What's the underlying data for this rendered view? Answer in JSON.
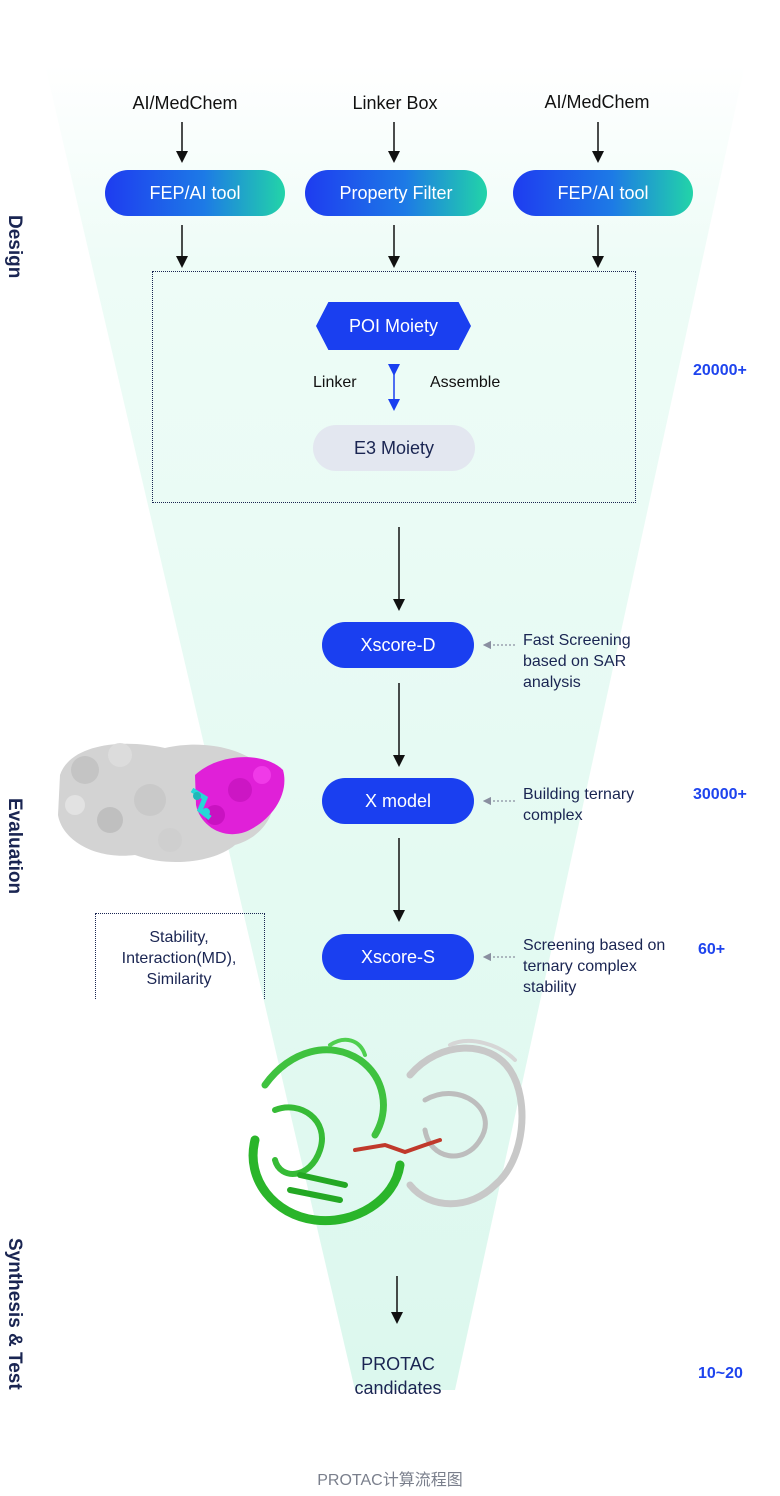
{
  "sections": {
    "design": "Design",
    "evaluation": "Evaluation",
    "synthesis": "Synthesis & Test"
  },
  "sources": [
    "AI/MedChem",
    "Linker Box",
    "AI/MedChem"
  ],
  "tools": [
    "FEP/AI tool",
    "Property Filter",
    "FEP/AI tool"
  ],
  "assembly": {
    "poi": "POI Moiety",
    "e3": "E3 Moiety",
    "linker": "Linker",
    "assemble": "Assemble"
  },
  "steps": [
    {
      "label": "Xscore-D",
      "note": "Fast Screening based on SAR analysis"
    },
    {
      "label": "X model",
      "note": "Building ternary complex"
    },
    {
      "label": "Xscore-S",
      "note": "Screening based on ternary complex stability"
    }
  ],
  "stability_box": [
    "Stability,",
    "Interaction(MD),",
    "Similarity"
  ],
  "candidates": [
    "PROTAC",
    "candidates"
  ],
  "counts": [
    "20000+",
    "30000+",
    "60+",
    "10~20"
  ],
  "caption": "PROTAC计算流程图",
  "colors": {
    "accent": "#1a3ff0",
    "gradient_end": "#22d4a8",
    "funnel": "#e6fbf4",
    "magenta": "#e020d8",
    "green": "#2ab52a"
  }
}
